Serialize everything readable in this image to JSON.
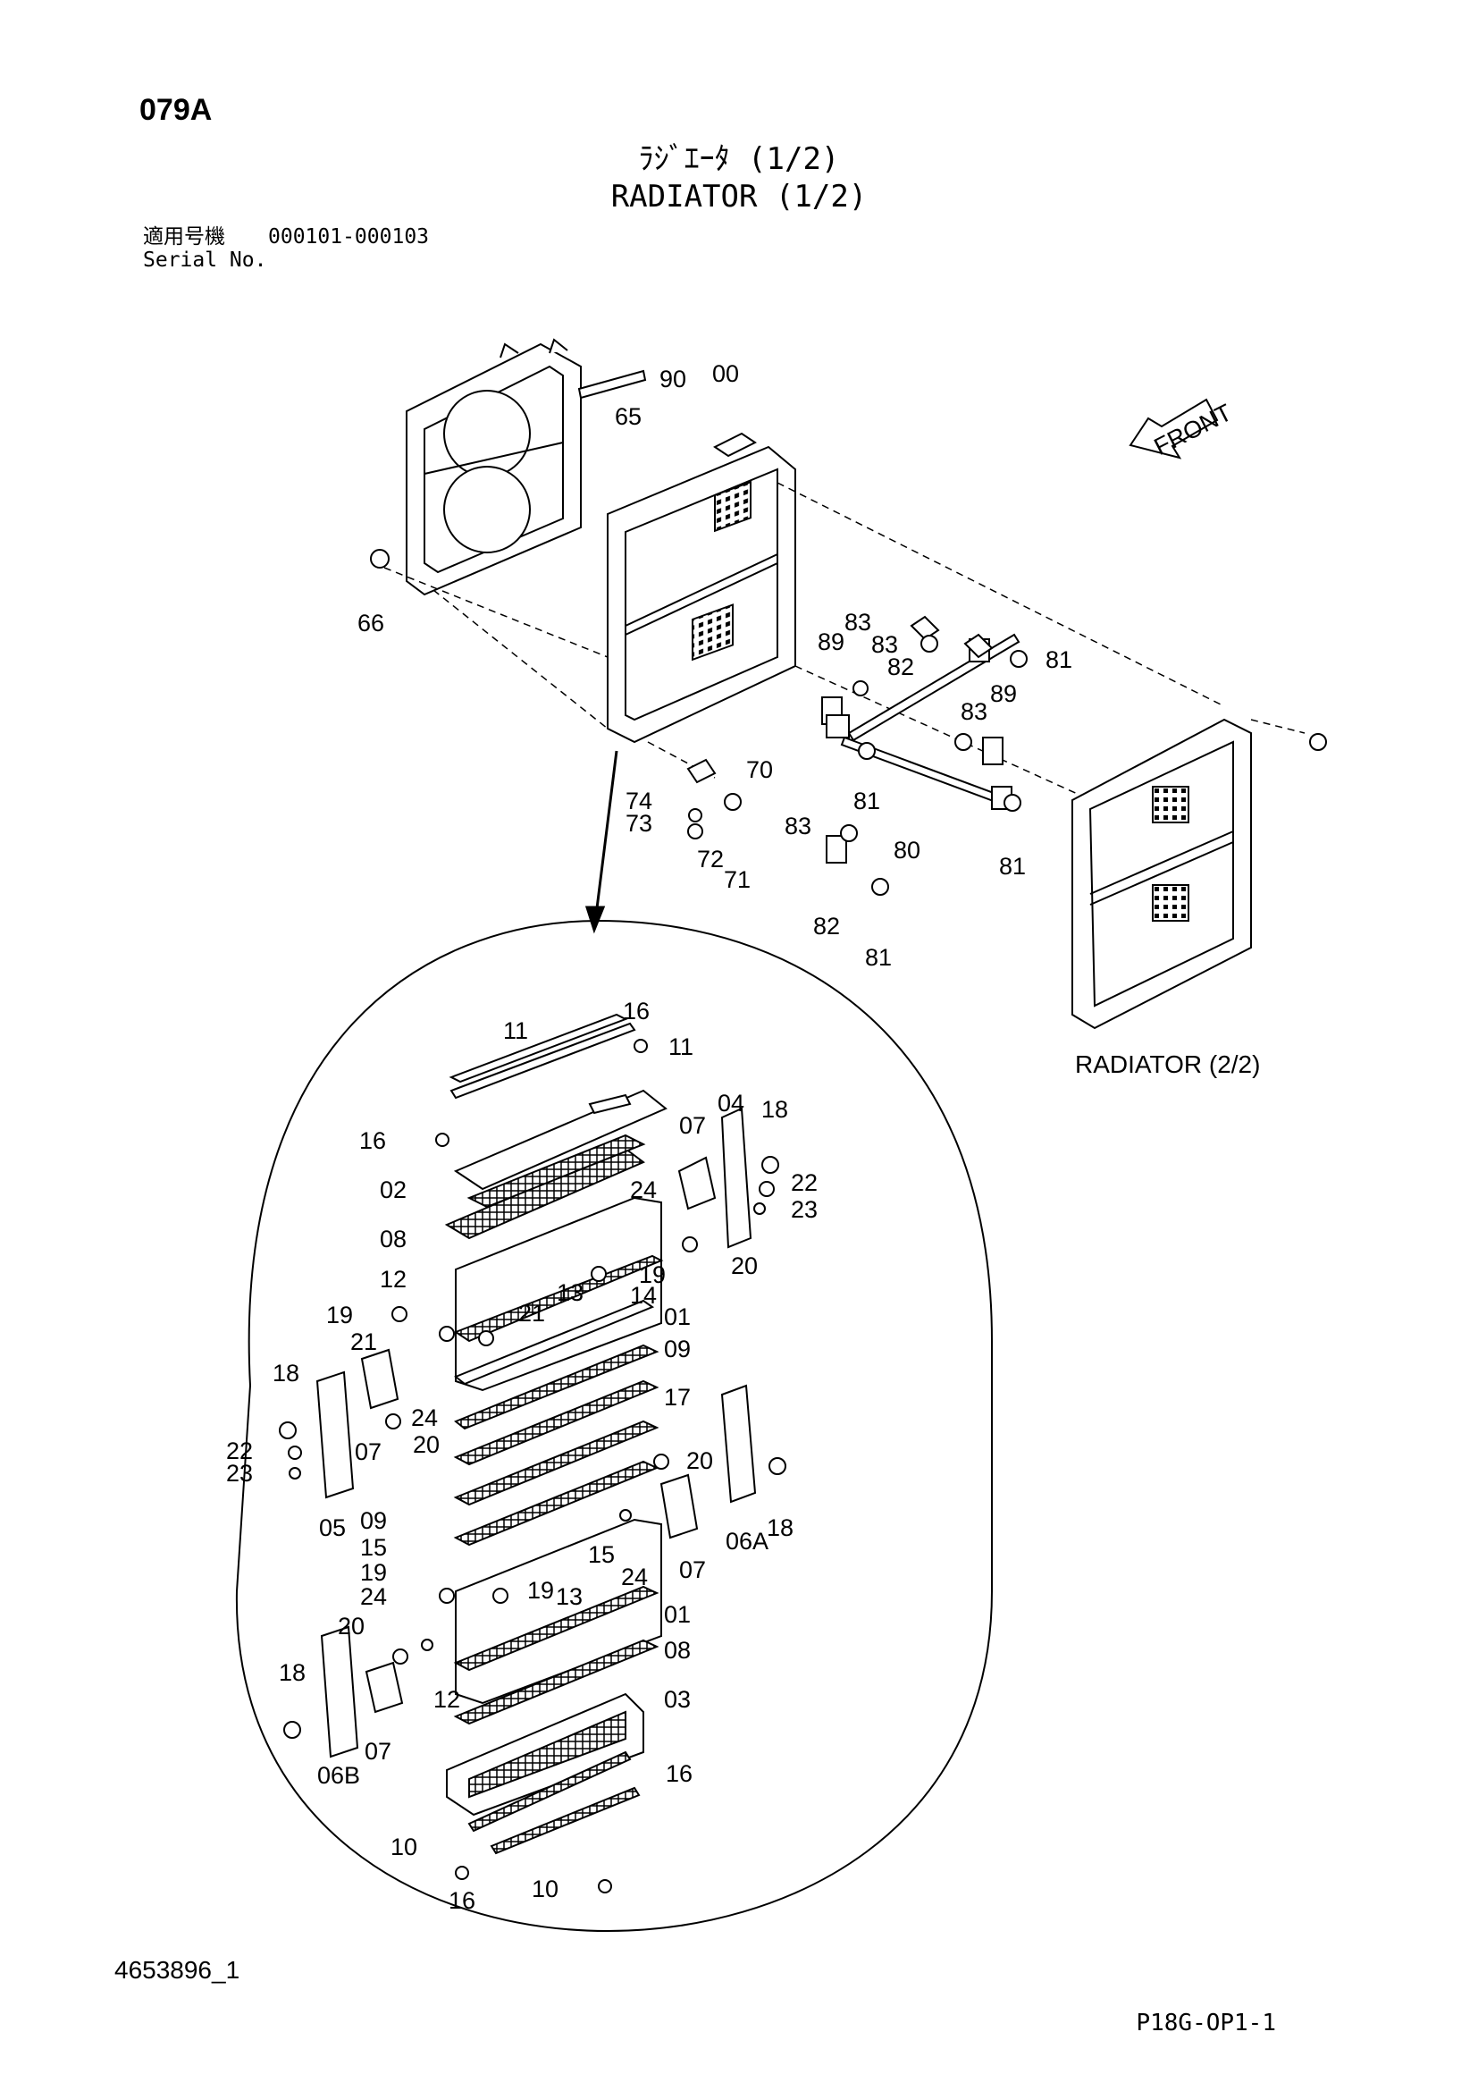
{
  "header": {
    "page_code": "079A",
    "title_jp": "ﾗｼﾞｴｰﾀ (1/2)",
    "title_en": "RADIATOR (1/2)",
    "serial_label_jp": "適用号機",
    "serial_value": "000101-000103",
    "serial_label_en": "Serial No."
  },
  "diagram": {
    "front_label": "FRONT",
    "radiator_2_2_label": "RADIATOR (2/2)",
    "callouts": [
      "00",
      "65",
      "90",
      "66",
      "89",
      "83",
      "83",
      "82",
      "81",
      "89",
      "83",
      "70",
      "74",
      "73",
      "72",
      "71",
      "81",
      "80",
      "83",
      "81",
      "82",
      "81",
      "16",
      "11",
      "11",
      "16",
      "07",
      "04",
      "18",
      "22",
      "23",
      "02",
      "24",
      "08",
      "20",
      "12",
      "19",
      "13",
      "21",
      "14",
      "01",
      "19",
      "21",
      "09",
      "18",
      "24",
      "07",
      "20",
      "17",
      "22",
      "23",
      "20",
      "05",
      "06A",
      "18",
      "09",
      "15",
      "15",
      "24",
      "07",
      "19",
      "13",
      "19",
      "01",
      "24",
      "20",
      "08",
      "12",
      "18",
      "03",
      "07",
      "06B",
      "16",
      "10",
      "16",
      "10"
    ]
  },
  "footer": {
    "doc_number": "4653896_1",
    "page_ref": "P18G-OP1-1"
  }
}
